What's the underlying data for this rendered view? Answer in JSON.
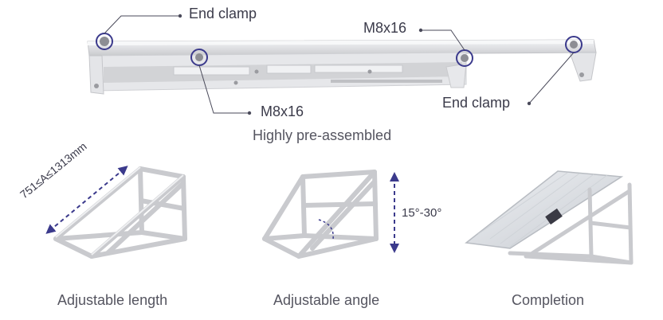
{
  "callouts": {
    "end_clamp_left": "End clamp",
    "m8_top": "M8x16",
    "m8_bottom": "M8x16",
    "end_clamp_right": "End clamp"
  },
  "top_caption": "Highly pre-assembled",
  "dimension_label": "751≤A≤1313mm",
  "angle_label": "15°-30°",
  "captions": {
    "length": "Adjustable length",
    "angle": "Adjustable angle",
    "completion": "Completion"
  },
  "colors": {
    "accent": "#3b3a8c",
    "leader": "#4a4a5a",
    "rail": "#e2e3e6"
  }
}
